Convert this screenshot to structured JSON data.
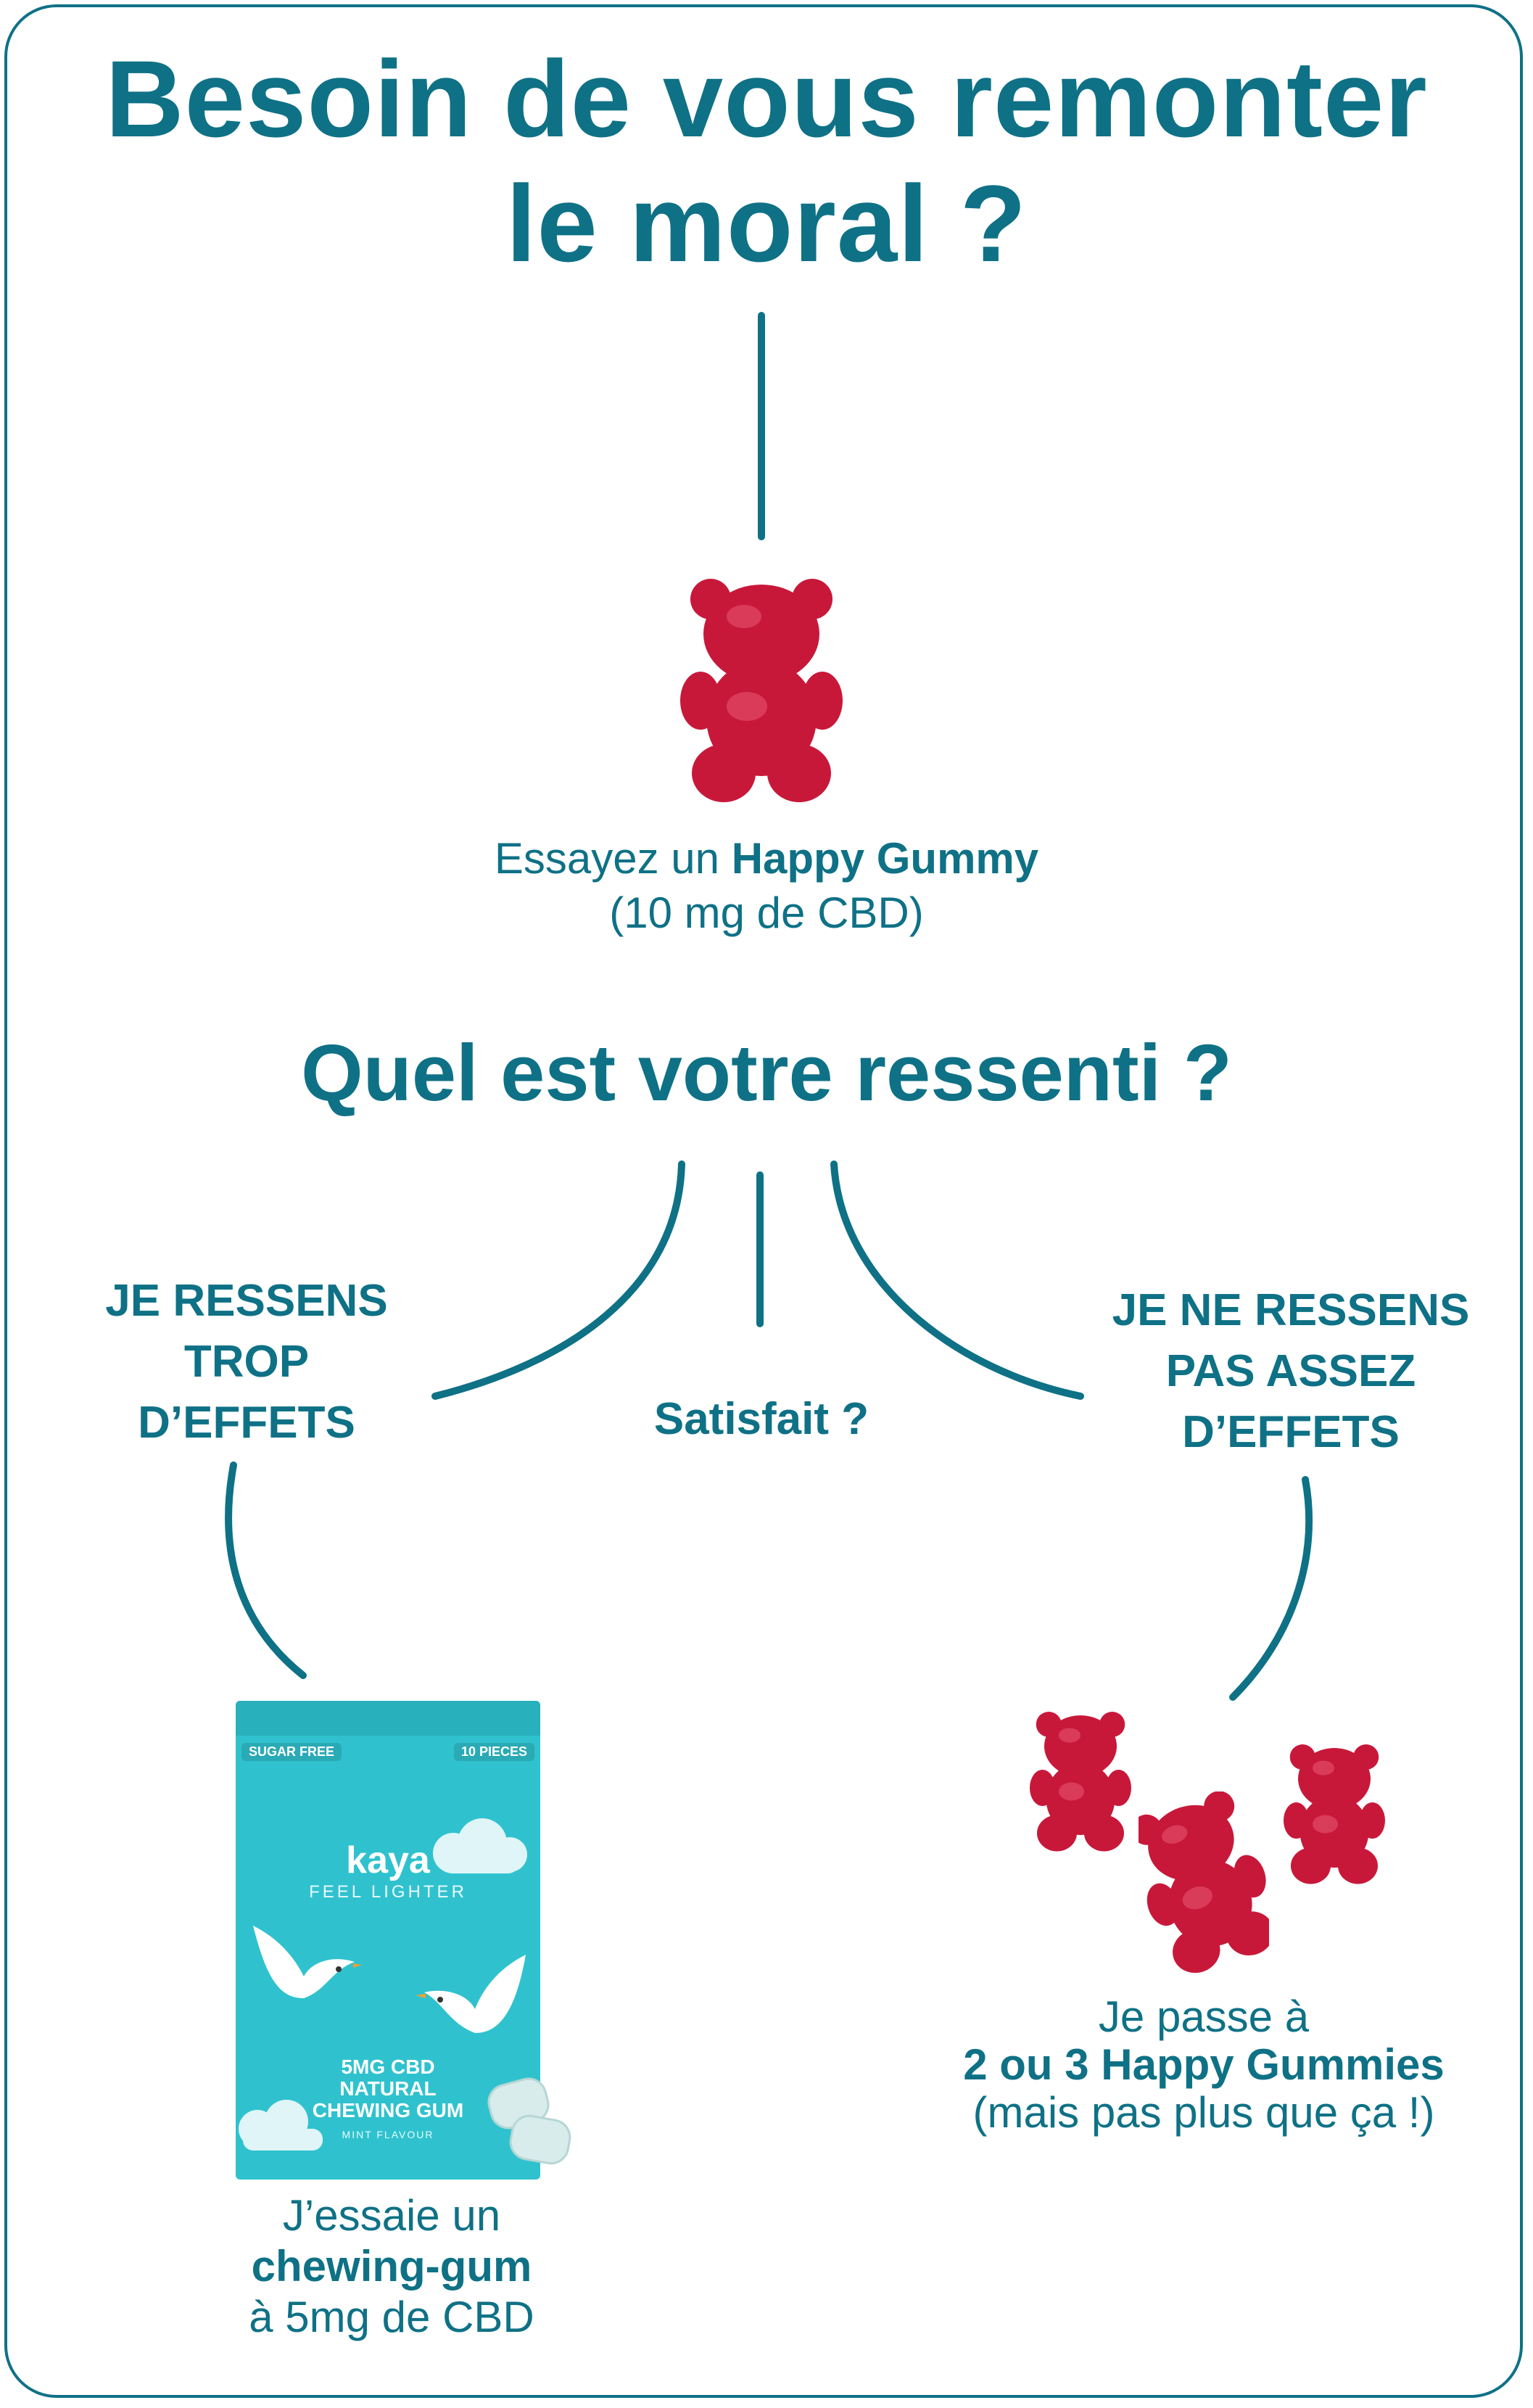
{
  "header": {
    "title_line1": "Besoin de vous remonter",
    "title_line2": "le moral ?"
  },
  "start": {
    "text_prefix": "Essayez un ",
    "text_bold": "Happy Gummy",
    "sub": "(10 mg de CBD)"
  },
  "question": "Quel est votre ressenti ?",
  "branches": {
    "left_label": [
      "JE RESSENS",
      "TROP",
      "D’EFFETS"
    ],
    "middle_label": "Satisfait ?",
    "right_label": [
      "JE NE RESSENS",
      "PAS ASSEZ",
      "D’EFFETS"
    ]
  },
  "left_result": {
    "line1": "J’essaie un",
    "line2_bold": "chewing-gum",
    "line3": "à 5mg de CBD"
  },
  "right_result": {
    "line1": "Je passe à",
    "line2_bold": "2 ou 3 Happy Gummies",
    "line3": "(mais pas plus que ça !)"
  },
  "package": {
    "badge_left": "SUGAR FREE",
    "badge_right": "10 PIECES",
    "brand": "kaya",
    "slogan": "FEEL LIGHTER",
    "cbd": "5MG CBD",
    "product_line1": "NATURAL",
    "product_line2": "CHEWING GUM",
    "flavour": "MINT FLAVOUR"
  },
  "colors": {
    "primary": "#0f7186",
    "gummy": "#c8183a",
    "package": "#2fc2ce"
  }
}
